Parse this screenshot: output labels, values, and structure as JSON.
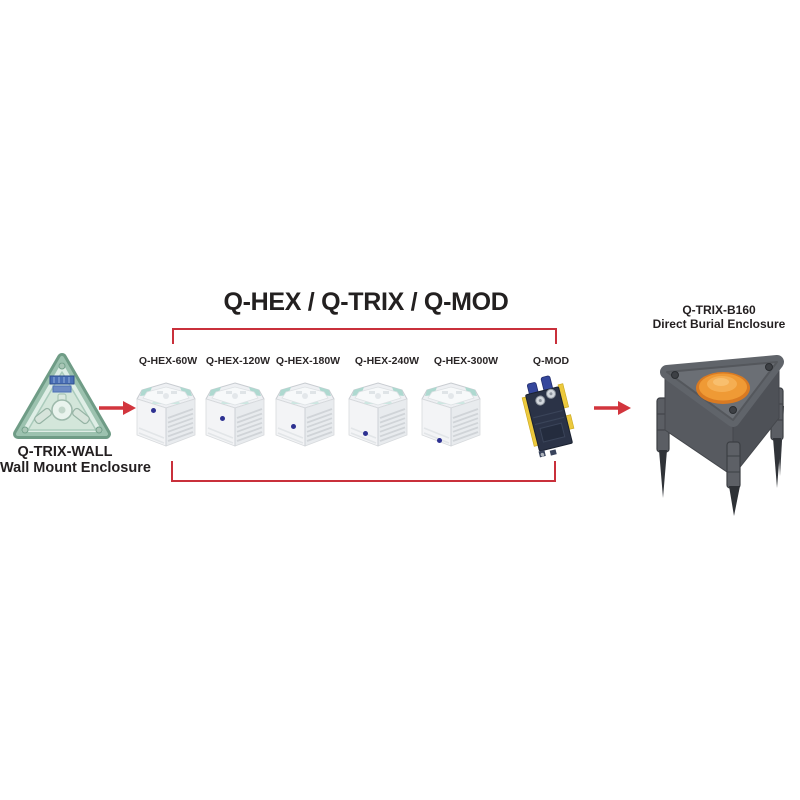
{
  "title": "Q-HEX / Q-TRIX / Q-MOD",
  "left_device": {
    "name": "Q-TRIX-WALL",
    "description": "Wall Mount Enclosure"
  },
  "right_device": {
    "name": "Q-TRIX-B160",
    "description": "Direct Burial Enclosure"
  },
  "products": [
    {
      "label": "Q-HEX-60W"
    },
    {
      "label": "Q-HEX-120W"
    },
    {
      "label": "Q-HEX-180W"
    },
    {
      "label": "Q-HEX-240W"
    },
    {
      "label": "Q-HEX-300W"
    },
    {
      "label": "Q-MOD"
    }
  ],
  "colors": {
    "accent_red": "#c9303b",
    "hex_teal": "#aed9d0",
    "indicator_blue": "#2d3191",
    "qmod_navy": "#2b3347",
    "qmod_yellow": "#ecc93d",
    "enclosure_green": "#6f9c86",
    "burial_gray": "#5d6066",
    "burial_orange": "#ef9a35"
  }
}
